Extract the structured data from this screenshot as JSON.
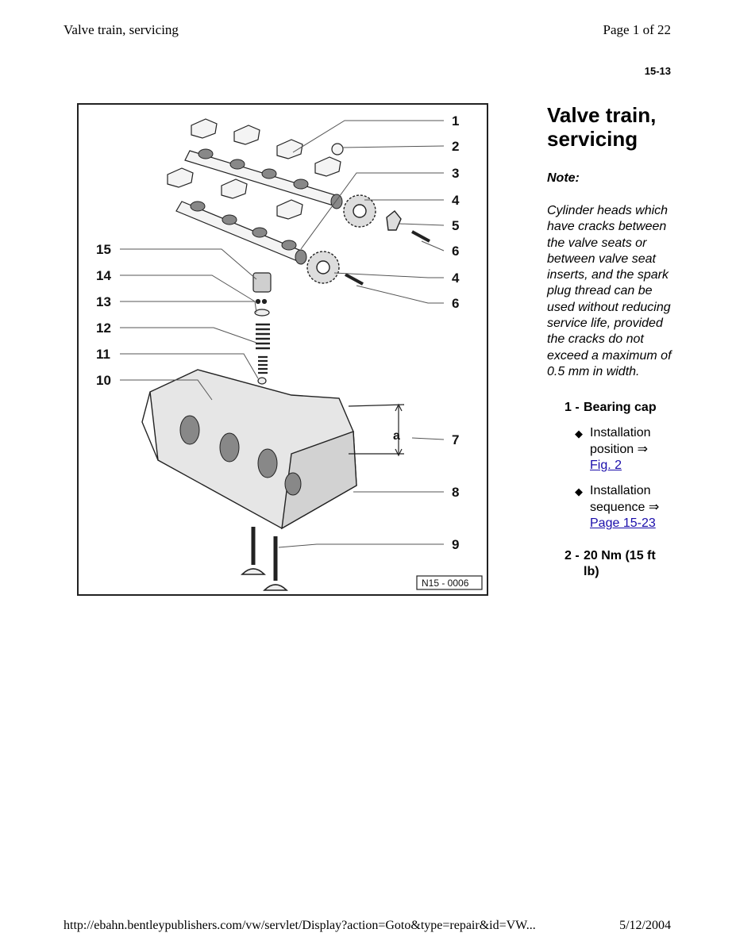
{
  "header": {
    "title": "Valve train, servicing",
    "page": "Page 1 of 22"
  },
  "page_code": "15-13",
  "figure": {
    "code": "N15 - 0006",
    "labels_left": [
      "15",
      "14",
      "13",
      "12",
      "11",
      "10"
    ],
    "labels_right": [
      "1",
      "2",
      "3",
      "4",
      "5",
      "6",
      "4",
      "6",
      "7",
      "8",
      "9"
    ],
    "dimension_label": "a"
  },
  "content": {
    "title": "Valve train, servicing",
    "note_label": "Note:",
    "note_text": "Cylinder heads which have cracks between the valve seats or between valve seat inserts, and the spark plug thread can be used without reducing service life, provided the cracks do not exceed a maximum of 0.5 mm in width.",
    "items": [
      {
        "num": "1 -",
        "label": "Bearing cap",
        "bullets": [
          {
            "text": "Installation position ⇒",
            "link": "Fig. 2"
          },
          {
            "text": "Installation sequence ⇒",
            "link": "Page 15-23"
          }
        ]
      },
      {
        "num": "2 -",
        "label": "20 Nm (15 ft lb)"
      }
    ]
  },
  "footer": {
    "url": "http://ebahn.bentleypublishers.com/vw/servlet/Display?action=Goto&type=repair&id=VW...",
    "date": "5/12/2004"
  }
}
